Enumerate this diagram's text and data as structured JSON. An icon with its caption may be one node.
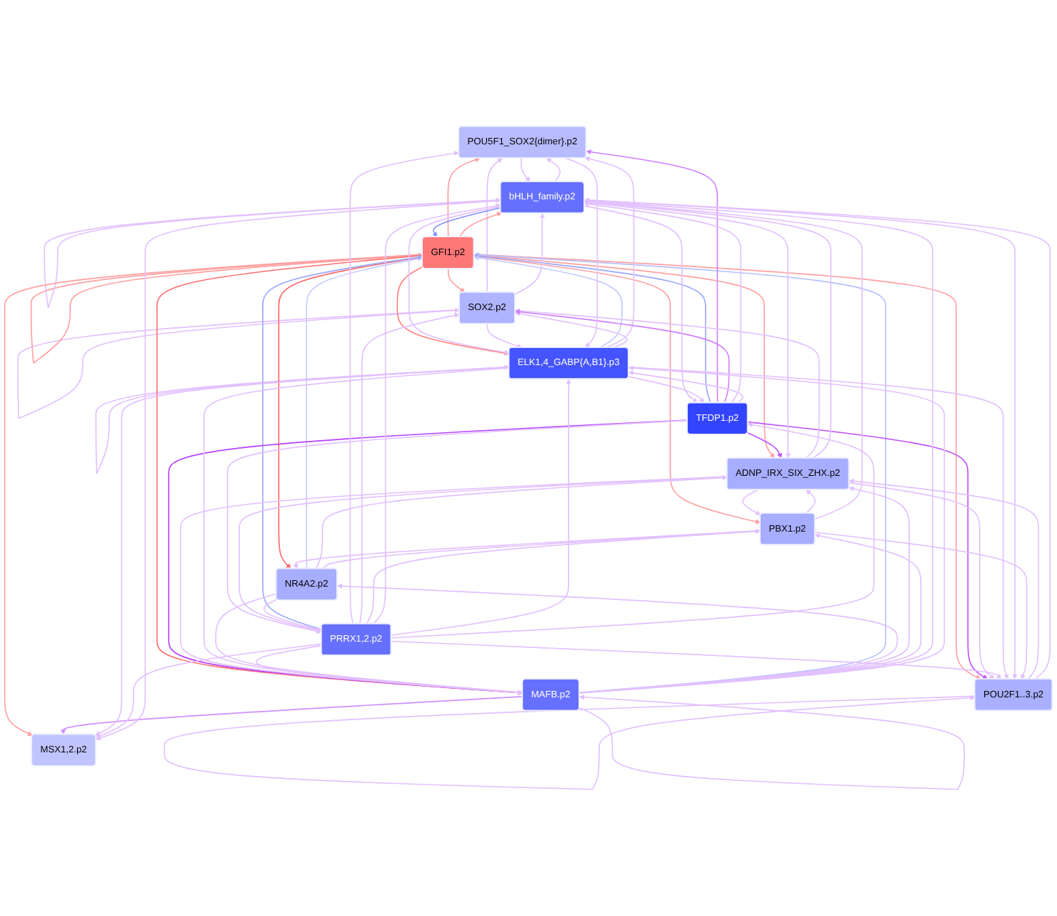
{
  "diagram": {
    "nodes": [
      {
        "text": [
          "POU5F1_SOX2{dimer}.p2"
        ]
      },
      {
        "text": [
          "SOX2.p2"
        ]
      },
      {
        "text": [
          "POU2F1..3.p2"
        ]
      },
      {
        "text": [
          "MSX1,2.p2"
        ]
      },
      {
        "text": [
          "NR4A2.p2"
        ]
      },
      {
        "text": [
          "GFI1.p2"
        ]
      },
      {
        "text": [
          "PBX1.p2"
        ]
      },
      {
        "text": [
          "ADNP_IRX_SIX_ZHX.p2"
        ]
      },
      {
        "text": [
          "MAFB.p2"
        ]
      },
      {
        "text": [
          "TFDP1.p2"
        ]
      },
      {
        "text": [
          "bHLH_family.p2"
        ]
      },
      {
        "text": [
          "PRRX1,2.p2"
        ]
      },
      {
        "text": [
          "ELK1,4_GABP{A,B1}.p3"
        ]
      }
    ],
    "edges": [
      {
        "from": 1,
        "to": 0,
        "arrow": "to"
      },
      {
        "from": 1,
        "to": 1,
        "arrow": "to"
      },
      {
        "from": 2,
        "to": 2,
        "arrow": "to"
      },
      {
        "from": 5,
        "to": 5,
        "arrow": "to",
        "color": "#ffa0a0"
      },
      {
        "from": 8,
        "to": 8,
        "arrow": "to"
      },
      {
        "from": 10,
        "to": 10,
        "arrow": "to"
      },
      {
        "from": 12,
        "to": 12,
        "arrow": "to"
      },
      {
        "from": 5,
        "to": 0,
        "arrow": "to",
        "color": "#ffa0a0"
      },
      {
        "from": 5,
        "to": 1,
        "arrow": "to",
        "color": "#ffa0a0"
      },
      {
        "from": 5,
        "to": 2,
        "arrow": "to",
        "color": "#ffa0a0"
      },
      {
        "from": 5,
        "to": 3,
        "arrow": "to",
        "color": "#ffa0a0"
      },
      {
        "from": 5,
        "to": 4,
        "arrow": "to",
        "color": "#ff6666"
      },
      {
        "from": 5,
        "to": 6,
        "arrow": "to",
        "color": "#ffa0a0"
      },
      {
        "from": 5,
        "to": 7,
        "arrow": "to",
        "color": "#ffa0a0"
      },
      {
        "from": 5,
        "to": 8,
        "arrow": "to",
        "color": "#ff7070"
      },
      {
        "from": 5,
        "to": 10,
        "arrow": "to",
        "color": "#ffa0a0"
      },
      {
        "from": 5,
        "to": 12,
        "arrow": "to",
        "color": "#ff8080"
      },
      {
        "from": 4,
        "to": 5,
        "arrow": "to",
        "color": "#c8ccff"
      },
      {
        "from": 8,
        "to": 5,
        "arrow": "to",
        "color": "#b8c0ff"
      },
      {
        "from": 9,
        "to": 5,
        "arrow": "to",
        "color": "#9aa8ff"
      },
      {
        "from": 11,
        "to": 5,
        "arrow": "to",
        "color": "#9aa8ff"
      },
      {
        "from": 10,
        "to": 5,
        "arrow": "to",
        "color": "#8090ff"
      },
      {
        "from": 12,
        "to": 5,
        "arrow": "to",
        "color": "#c0c8ff"
      },
      {
        "from": 9,
        "to": 7,
        "arrow": "to",
        "color": "#c050ff"
      },
      {
        "from": 9,
        "to": 8,
        "arrow": "to",
        "color": "#b840ff"
      },
      {
        "from": 9,
        "to": 2,
        "arrow": "to",
        "color": "#c050ff"
      },
      {
        "from": 9,
        "to": 0,
        "arrow": "to",
        "color": "#d080ff"
      },
      {
        "from": 8,
        "to": 3,
        "arrow": "to",
        "color": "#d090ff"
      },
      {
        "from": 11,
        "to": 0,
        "arrow": "to"
      },
      {
        "from": 12,
        "to": 0,
        "arrow": "to"
      },
      {
        "from": 10,
        "to": 0,
        "arrow": "to"
      },
      {
        "from": 12,
        "to": 1,
        "arrow": "to"
      },
      {
        "from": 11,
        "to": 1,
        "arrow": "to"
      },
      {
        "from": 7,
        "to": 1,
        "arrow": "to"
      },
      {
        "from": 9,
        "to": 1,
        "arrow": "to",
        "color": "#d080ff"
      },
      {
        "from": 8,
        "to": 4,
        "arrow": "to"
      },
      {
        "from": 6,
        "to": 4,
        "arrow": "to"
      },
      {
        "from": 4,
        "to": 7,
        "arrow": "to"
      },
      {
        "from": 2,
        "to": 7,
        "arrow": "to"
      },
      {
        "from": 8,
        "to": 7,
        "arrow": "to"
      },
      {
        "from": 10,
        "to": 7,
        "arrow": "to"
      },
      {
        "from": 6,
        "to": 7,
        "arrow": "to"
      },
      {
        "from": 4,
        "to": 6,
        "arrow": "to"
      },
      {
        "from": 7,
        "to": 6,
        "arrow": "to"
      },
      {
        "from": 11,
        "to": 6,
        "arrow": "to"
      },
      {
        "from": 8,
        "to": 6,
        "arrow": "to"
      },
      {
        "from": 8,
        "to": 10,
        "arrow": "to"
      },
      {
        "from": 9,
        "to": 10,
        "arrow": "to"
      },
      {
        "from": 7,
        "to": 10,
        "arrow": "to"
      },
      {
        "from": 11,
        "to": 10,
        "arrow": "to"
      },
      {
        "from": 6,
        "to": 10,
        "arrow": "to"
      },
      {
        "from": 2,
        "to": 10,
        "arrow": "to"
      },
      {
        "from": 0,
        "to": 10,
        "arrow": "to"
      },
      {
        "from": 1,
        "to": 10,
        "arrow": "to"
      },
      {
        "from": 9,
        "to": 12,
        "arrow": "to"
      },
      {
        "from": 11,
        "to": 12,
        "arrow": "to"
      },
      {
        "from": 10,
        "to": 12,
        "arrow": "to"
      },
      {
        "from": 1,
        "to": 12,
        "arrow": "to"
      },
      {
        "from": 0,
        "to": 12,
        "arrow": "to"
      },
      {
        "from": 8,
        "to": 12,
        "arrow": "to"
      },
      {
        "from": 9,
        "to": 11,
        "arrow": "to"
      },
      {
        "from": 7,
        "to": 11,
        "arrow": "to"
      },
      {
        "from": 4,
        "to": 11,
        "arrow": "to"
      },
      {
        "from": 10,
        "to": 9,
        "arrow": "to"
      },
      {
        "from": 12,
        "to": 9,
        "arrow": "to"
      },
      {
        "from": 11,
        "to": 9,
        "arrow": "to"
      },
      {
        "from": 7,
        "to": 2,
        "arrow": "to"
      },
      {
        "from": 11,
        "to": 2,
        "arrow": "to"
      },
      {
        "from": 12,
        "to": 2,
        "arrow": "to"
      },
      {
        "from": 10,
        "to": 2,
        "arrow": "to"
      },
      {
        "from": 6,
        "to": 2,
        "arrow": "to"
      },
      {
        "from": 12,
        "to": 3,
        "arrow": "to"
      },
      {
        "from": 11,
        "to": 3,
        "arrow": "to"
      },
      {
        "from": 10,
        "to": 3,
        "arrow": "to"
      },
      {
        "from": 7,
        "to": 8,
        "arrow": "to"
      },
      {
        "from": 11,
        "to": 8,
        "arrow": "to"
      },
      {
        "from": 12,
        "to": 8,
        "arrow": "to"
      },
      {
        "from": 4,
        "to": 8,
        "arrow": "to"
      }
    ]
  }
}
